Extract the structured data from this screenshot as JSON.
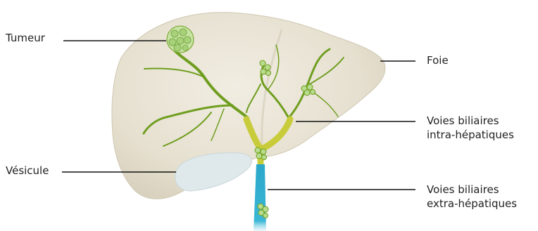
{
  "labels": {
    "tumeur": "Tumeur",
    "foie": "Foie",
    "vesicule": "Vésicule",
    "intra": {
      "line1": "Voies biliaires",
      "line2": "intra-hépatiques"
    },
    "extra": {
      "line1": "Voies biliaires",
      "line2": "extra-hépatiques"
    }
  },
  "colors": {
    "liver": "#ebe6d8",
    "gallbladder": "#dde8ea",
    "bile_intra": "#6f9e1f",
    "bile_confluence": "#c8cc3a",
    "bile_extra": "#2aa7c9",
    "tumor": "#a8d27a",
    "leader_line": "#111111"
  }
}
